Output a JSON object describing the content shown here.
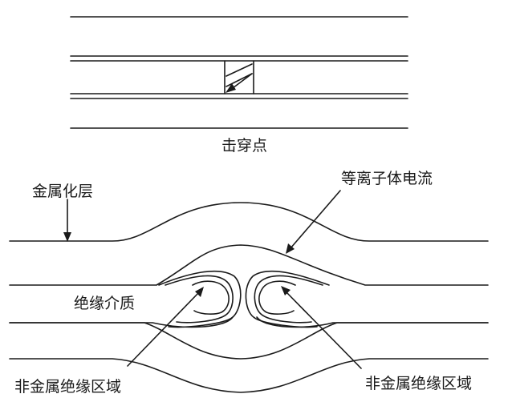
{
  "labels": {
    "breakdown_point": "击穿点",
    "metallization_layer": "金属化层",
    "plasma_current": "等离子体电流",
    "insulating_dielectric": "绝缘介质",
    "non_metal_insulation_left": "非金属绝缘区域",
    "non_metal_insulation_right": "非金属绝缘区域"
  },
  "colors": {
    "line": "#1a1a1a",
    "background": "#ffffff"
  }
}
